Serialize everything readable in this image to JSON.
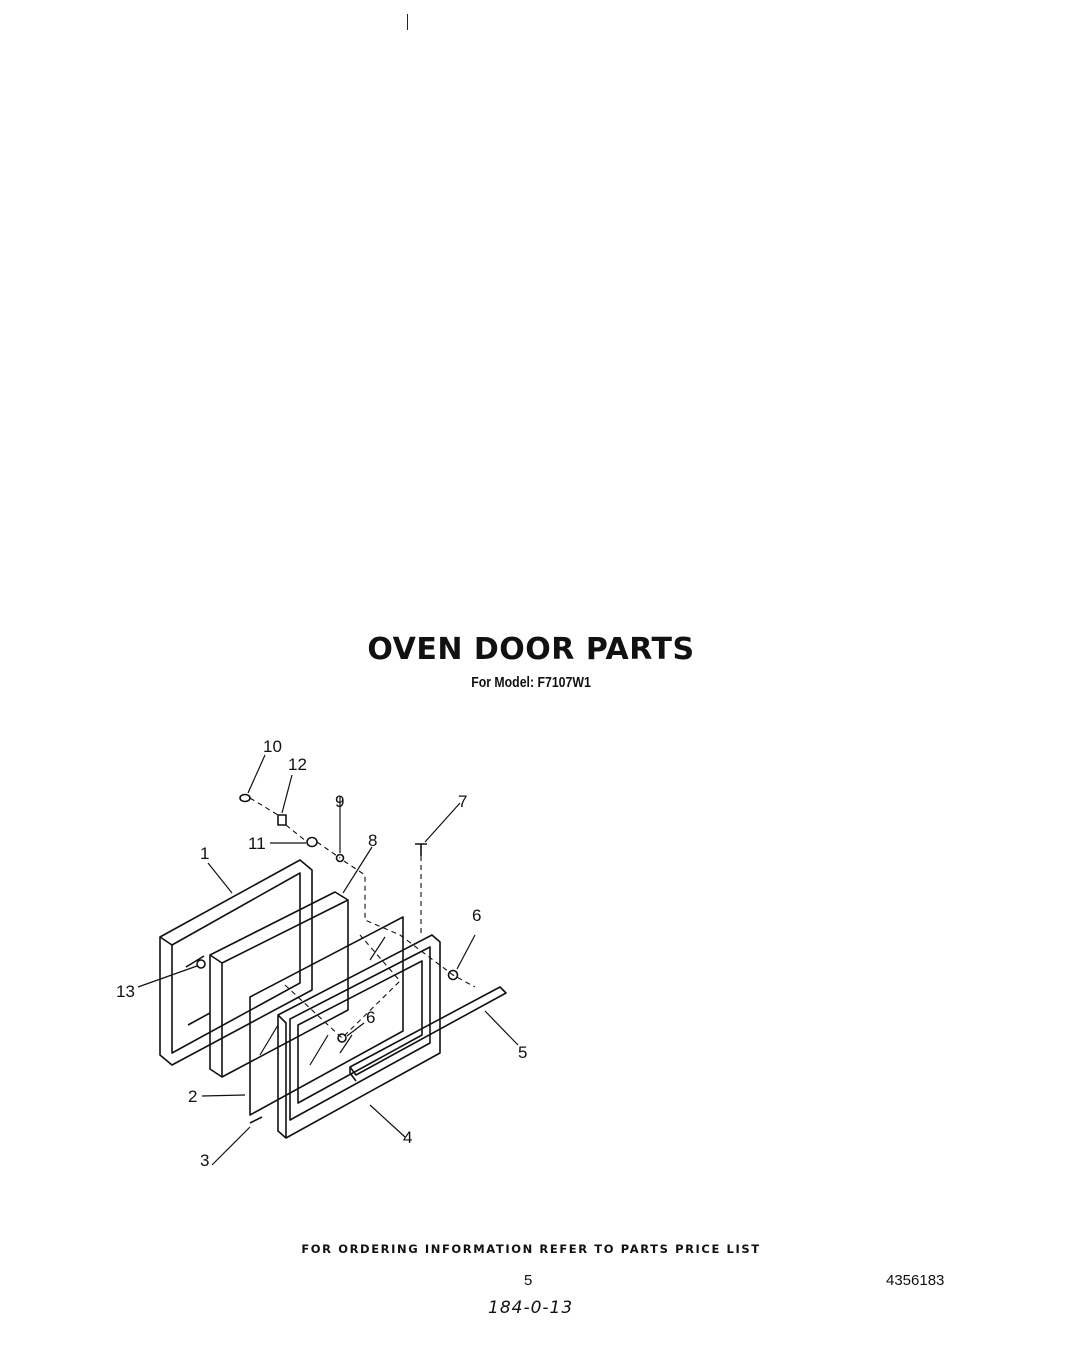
{
  "title": "OVEN DOOR PARTS",
  "subtitle": "For Model: F7107W1",
  "callouts": [
    "10",
    "12",
    "9",
    "7",
    "11",
    "8",
    "1",
    "6",
    "13",
    "6",
    "5",
    "2",
    "4",
    "3"
  ],
  "footer": {
    "ordering_note": "FOR ORDERING INFORMATION REFER TO PARTS PRICE LIST",
    "page_number": "5",
    "document_number": "4356183",
    "handwritten_code": "184-0-13"
  }
}
